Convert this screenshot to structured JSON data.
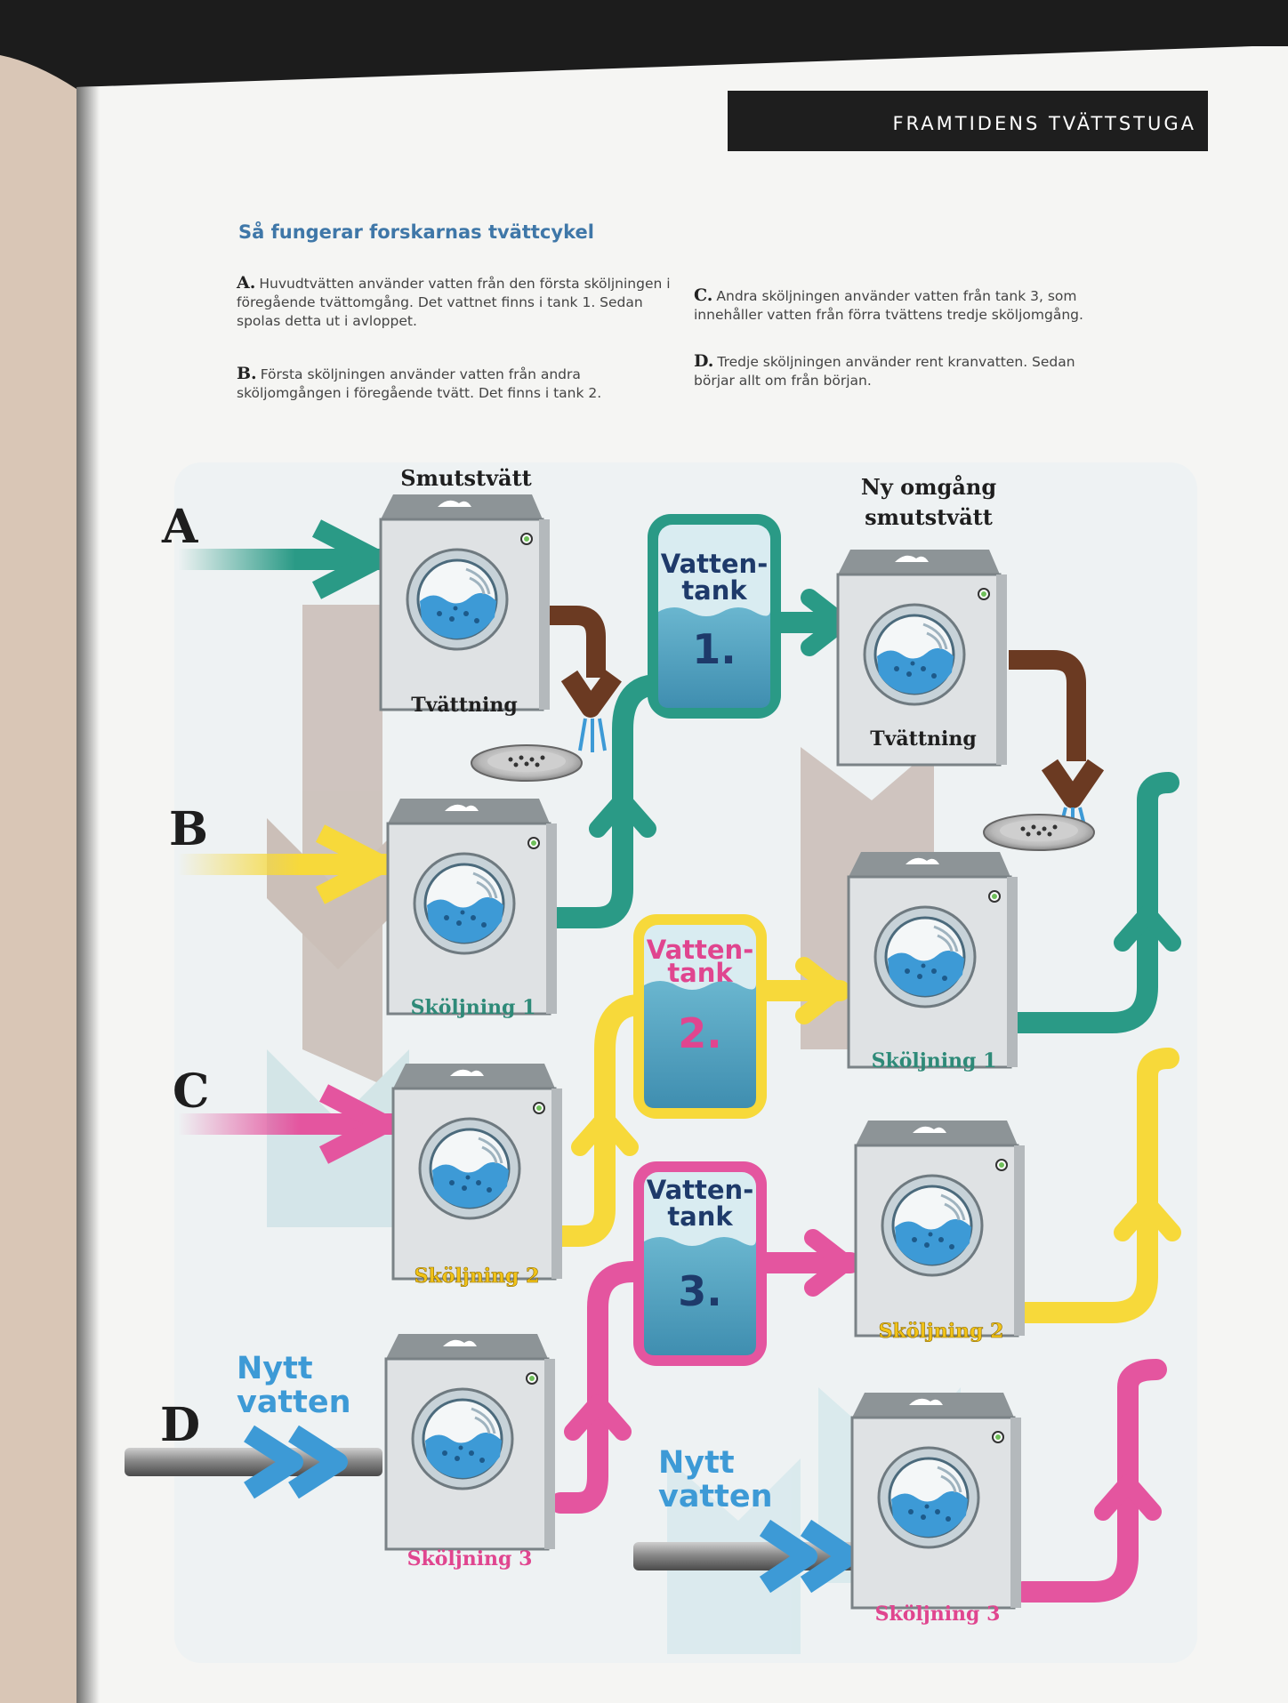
{
  "header": {
    "section": "FRAMTIDENS TVÄTTSTUGA"
  },
  "subtitle": "Så fungerar forskarnas tvättcykel",
  "steps": {
    "a": {
      "letter": "A.",
      "text": "Huvudtvätten använder vatten från den första sköljningen i föregående tvättomgång. Det vattnet finns i tank 1. Sedan spolas detta ut i avloppet."
    },
    "b": {
      "letter": "B.",
      "text": "Första sköljningen använder vatten från andra sköljomgången i föregående tvätt. Det finns i tank 2."
    },
    "c": {
      "letter": "C.",
      "text": "Andra sköljningen använder vatten från tank 3, som innehåller vatten från förra tvättens tredje sköljomgång."
    },
    "d": {
      "letter": "D.",
      "text": "Tredje sköljningen använder rent kranvatten. Sedan börjar allt om från början."
    }
  },
  "rows": [
    "A",
    "B",
    "C",
    "D"
  ],
  "titles": {
    "smutstvatt": "Smutstvätt",
    "ny_line1": "Ny omgång",
    "ny_line2": "smutstvätt"
  },
  "machines": {
    "left": [
      "Tvättning",
      "Sköljning 1",
      "Sköljning 2",
      "Sköljning 3"
    ],
    "right": [
      "Tvättning",
      "Sköljning 1",
      "Sköljning 2",
      "Sköljning 3"
    ]
  },
  "tanks": [
    {
      "line1": "Vatten-",
      "line2": "tank",
      "number": "1."
    },
    {
      "line1": "Vatten-",
      "line2": "tank",
      "number": "2."
    },
    {
      "line1": "Vatten-",
      "line2": "tank",
      "number": "3."
    }
  ],
  "nytt_vatten": {
    "line1": "Nytt",
    "line2": "vatten"
  },
  "colors": {
    "green": "#2a9a86",
    "yellow": "#f7d93a",
    "pink": "#e4559f",
    "blue": "#3d9ad6",
    "brown": "#6b3a22",
    "label_green": "#2e8a78",
    "label_yellow": "#f2c318",
    "label_pink": "#e0458f",
    "tank_number_dark": "#1e3a6a"
  }
}
